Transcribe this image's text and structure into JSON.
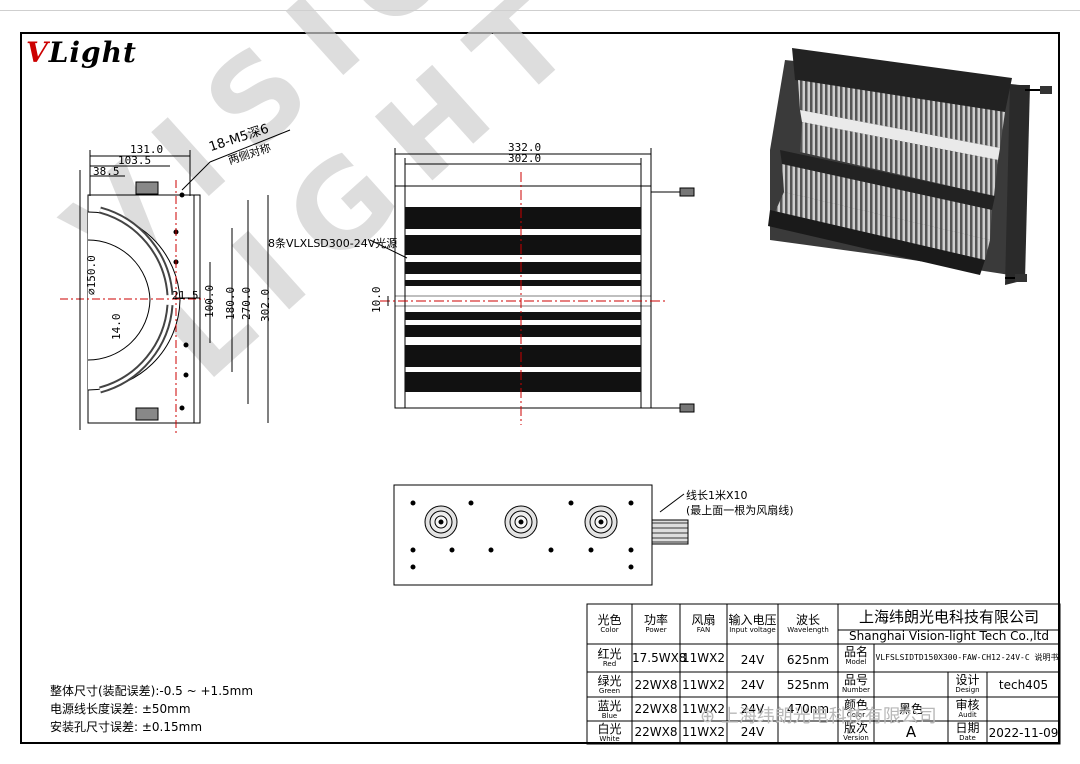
{
  "logo": {
    "v": "V",
    "text": "Light"
  },
  "watermark": "VISION LIGHT",
  "watermark2": "上海纬朗光电科技有限公司",
  "left_view": {
    "dims": [
      "131.0",
      "103.5",
      "38.5",
      "150.0",
      "21.5",
      "14.0",
      "100.0",
      "180.0",
      "270.0",
      "302.0"
    ],
    "callout1": "18-M5深6",
    "callout2": "两侧对称"
  },
  "front_view": {
    "dims": [
      "332.0",
      "302.0",
      "10.0"
    ],
    "callout": "8条VLXLSD300-24V光源"
  },
  "bottom_view": {
    "callout1": "线长1米X10",
    "callout2": "(最上面一根为风扇线)"
  },
  "tolerances": [
    "整体尺寸(装配误差):-0.5 ~ +1.5mm",
    "电源线长度误差: ±50mm",
    "安装孔尺寸误差: ±0.15mm"
  ],
  "spec_table": {
    "headers": [
      {
        "cn": "光色",
        "en": "Color"
      },
      {
        "cn": "功率",
        "en": "Power"
      },
      {
        "cn": "风扇",
        "en": "FAN"
      },
      {
        "cn": "输入电压",
        "en": "Input voltage"
      },
      {
        "cn": "波长",
        "en": "Wavelength"
      }
    ],
    "rows": [
      {
        "cn": "红光",
        "en": "Red",
        "power": "17.5WX8",
        "fan": "11WX2",
        "voltage": "24V",
        "wave": "625nm"
      },
      {
        "cn": "绿光",
        "en": "Green",
        "power": "22WX8",
        "fan": "11WX2",
        "voltage": "24V",
        "wave": "525nm"
      },
      {
        "cn": "蓝光",
        "en": "Blue",
        "power": "22WX8",
        "fan": "11WX2",
        "voltage": "24V",
        "wave": "470nm"
      },
      {
        "cn": "白光",
        "en": "White",
        "power": "22WX8",
        "fan": "11WX2",
        "voltage": "24V",
        "wave": ""
      }
    ]
  },
  "title_block": {
    "company_cn": "上海纬朗光电科技有限公司",
    "company_en": "Shanghai Vision-light Tech Co.,ltd",
    "model_label": {
      "cn": "品名",
      "en": "Model"
    },
    "model_value": "VLFSLSIDTD150X300-FAW-CH12-24V-C 说明书",
    "number_label": {
      "cn": "品号",
      "en": "Number"
    },
    "design_label": {
      "cn": "设计",
      "en": "Design"
    },
    "design_value": "tech405",
    "color_label": {
      "cn": "颜色",
      "en": "Color"
    },
    "color_value": "黑色",
    "audit_label": {
      "cn": "审核",
      "en": "Audit"
    },
    "version_label": {
      "cn": "版次",
      "en": "Version"
    },
    "version_value": "A",
    "date_label": {
      "cn": "日期",
      "en": "Date"
    },
    "date_value": "2022-11-09"
  }
}
